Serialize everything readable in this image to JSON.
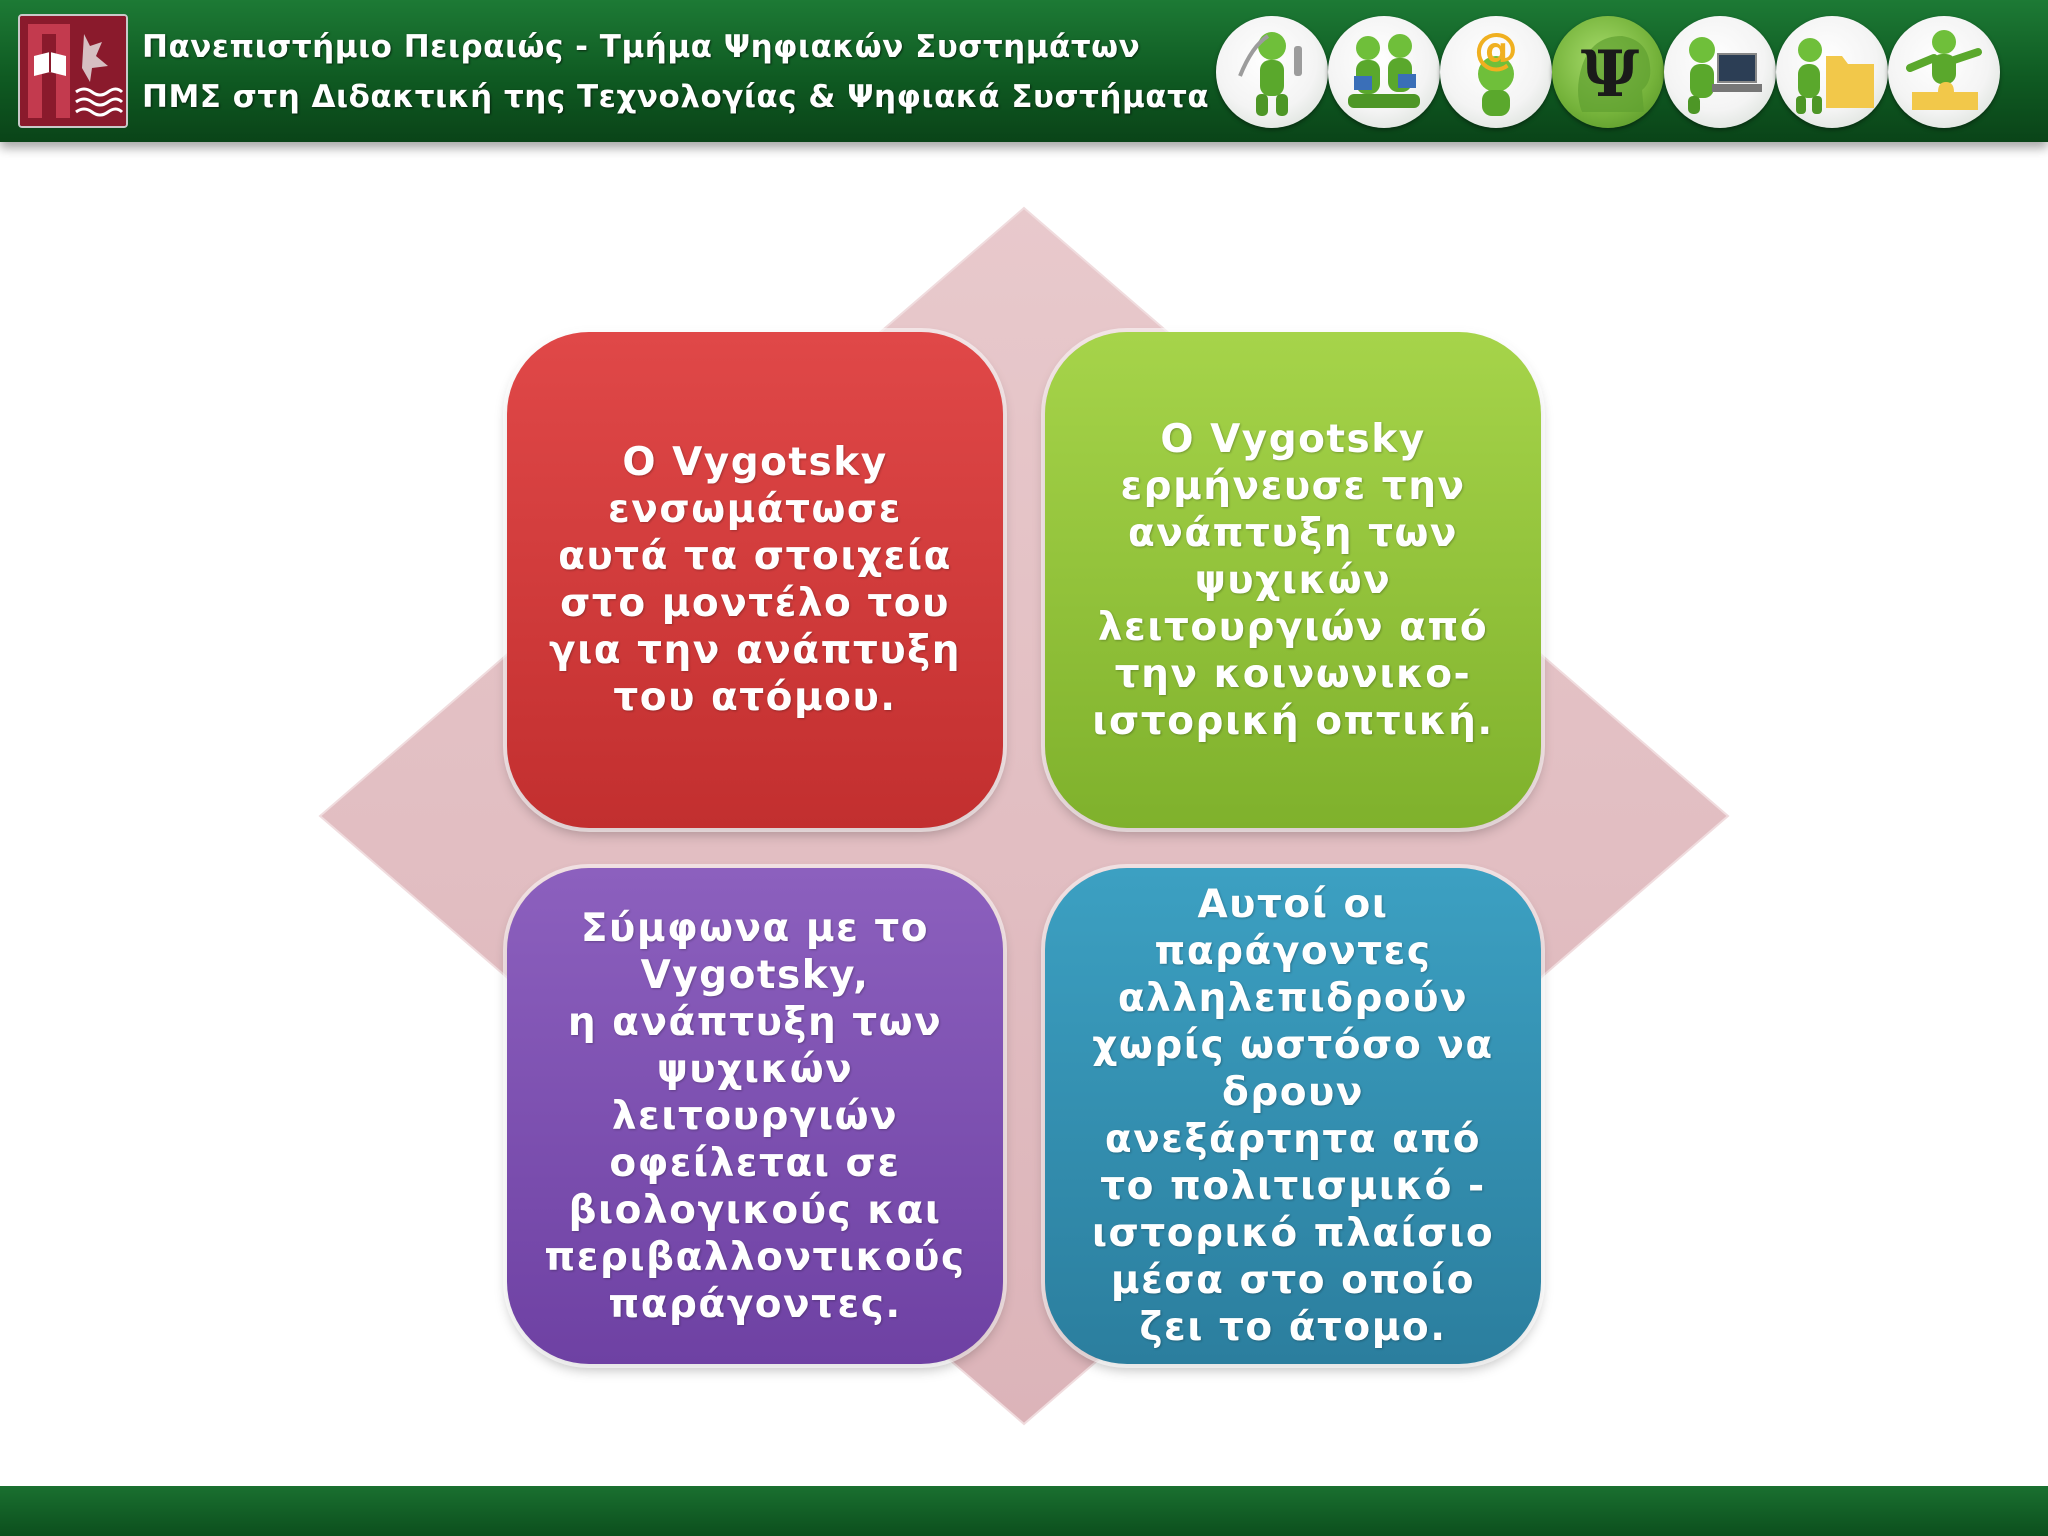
{
  "header": {
    "line1": "Πανεπιστήμιο Πειραιώς - Τμήμα Ψηφιακών Συστημάτων",
    "line2": "ΠΜΣ στη Διδακτική της Τεχνολογίας & Ψηφιακά Συστήματα",
    "icons": [
      "headset-person-icon",
      "reading-people-icon",
      "at-sign-person-icon",
      "psi-head-icon",
      "laptop-person-icon",
      "folder-person-icon",
      "puzzle-person-icon"
    ],
    "psi_symbol": "Ψ"
  },
  "colors": {
    "header_green": "#0f5a22",
    "diamond": "#e3c0c4",
    "red": "#c22f2f",
    "green": "#7fb12c",
    "purple": "#6e41a3",
    "teal": "#2b7e9e"
  },
  "tiles": [
    {
      "text": "Ο Vygotsky\nενσωμάτωσε\nαυτά τα στοιχεία\nστο μοντέλο του\nγια την ανάπτυξη\nτου ατόμου."
    },
    {
      "text": "Ο Vygotsky\nερμήνευσε την\nανάπτυξη των\nψυχικών\nλειτουργιών από\nτην κοινωνικο-\nιστορική οπτική."
    },
    {
      "text": "Σύμφωνα με το\nVygotsky,\nη ανάπτυξη των\nψυχικών\nλειτουργιών\nοφείλεται σε\nβιολογικούς και\nπεριβαλλοντικούς\nπαράγοντες."
    },
    {
      "text": "Αυτοί οι\nπαράγοντες\nαλληλεπιδρούν\nχωρίς ωστόσο να\nδρουν\nανεξάρτητα από\nτο πολιτισμικό -\nιστορικό πλαίσιο\nμέσα στο οποίο\nζει το άτομο."
    }
  ]
}
